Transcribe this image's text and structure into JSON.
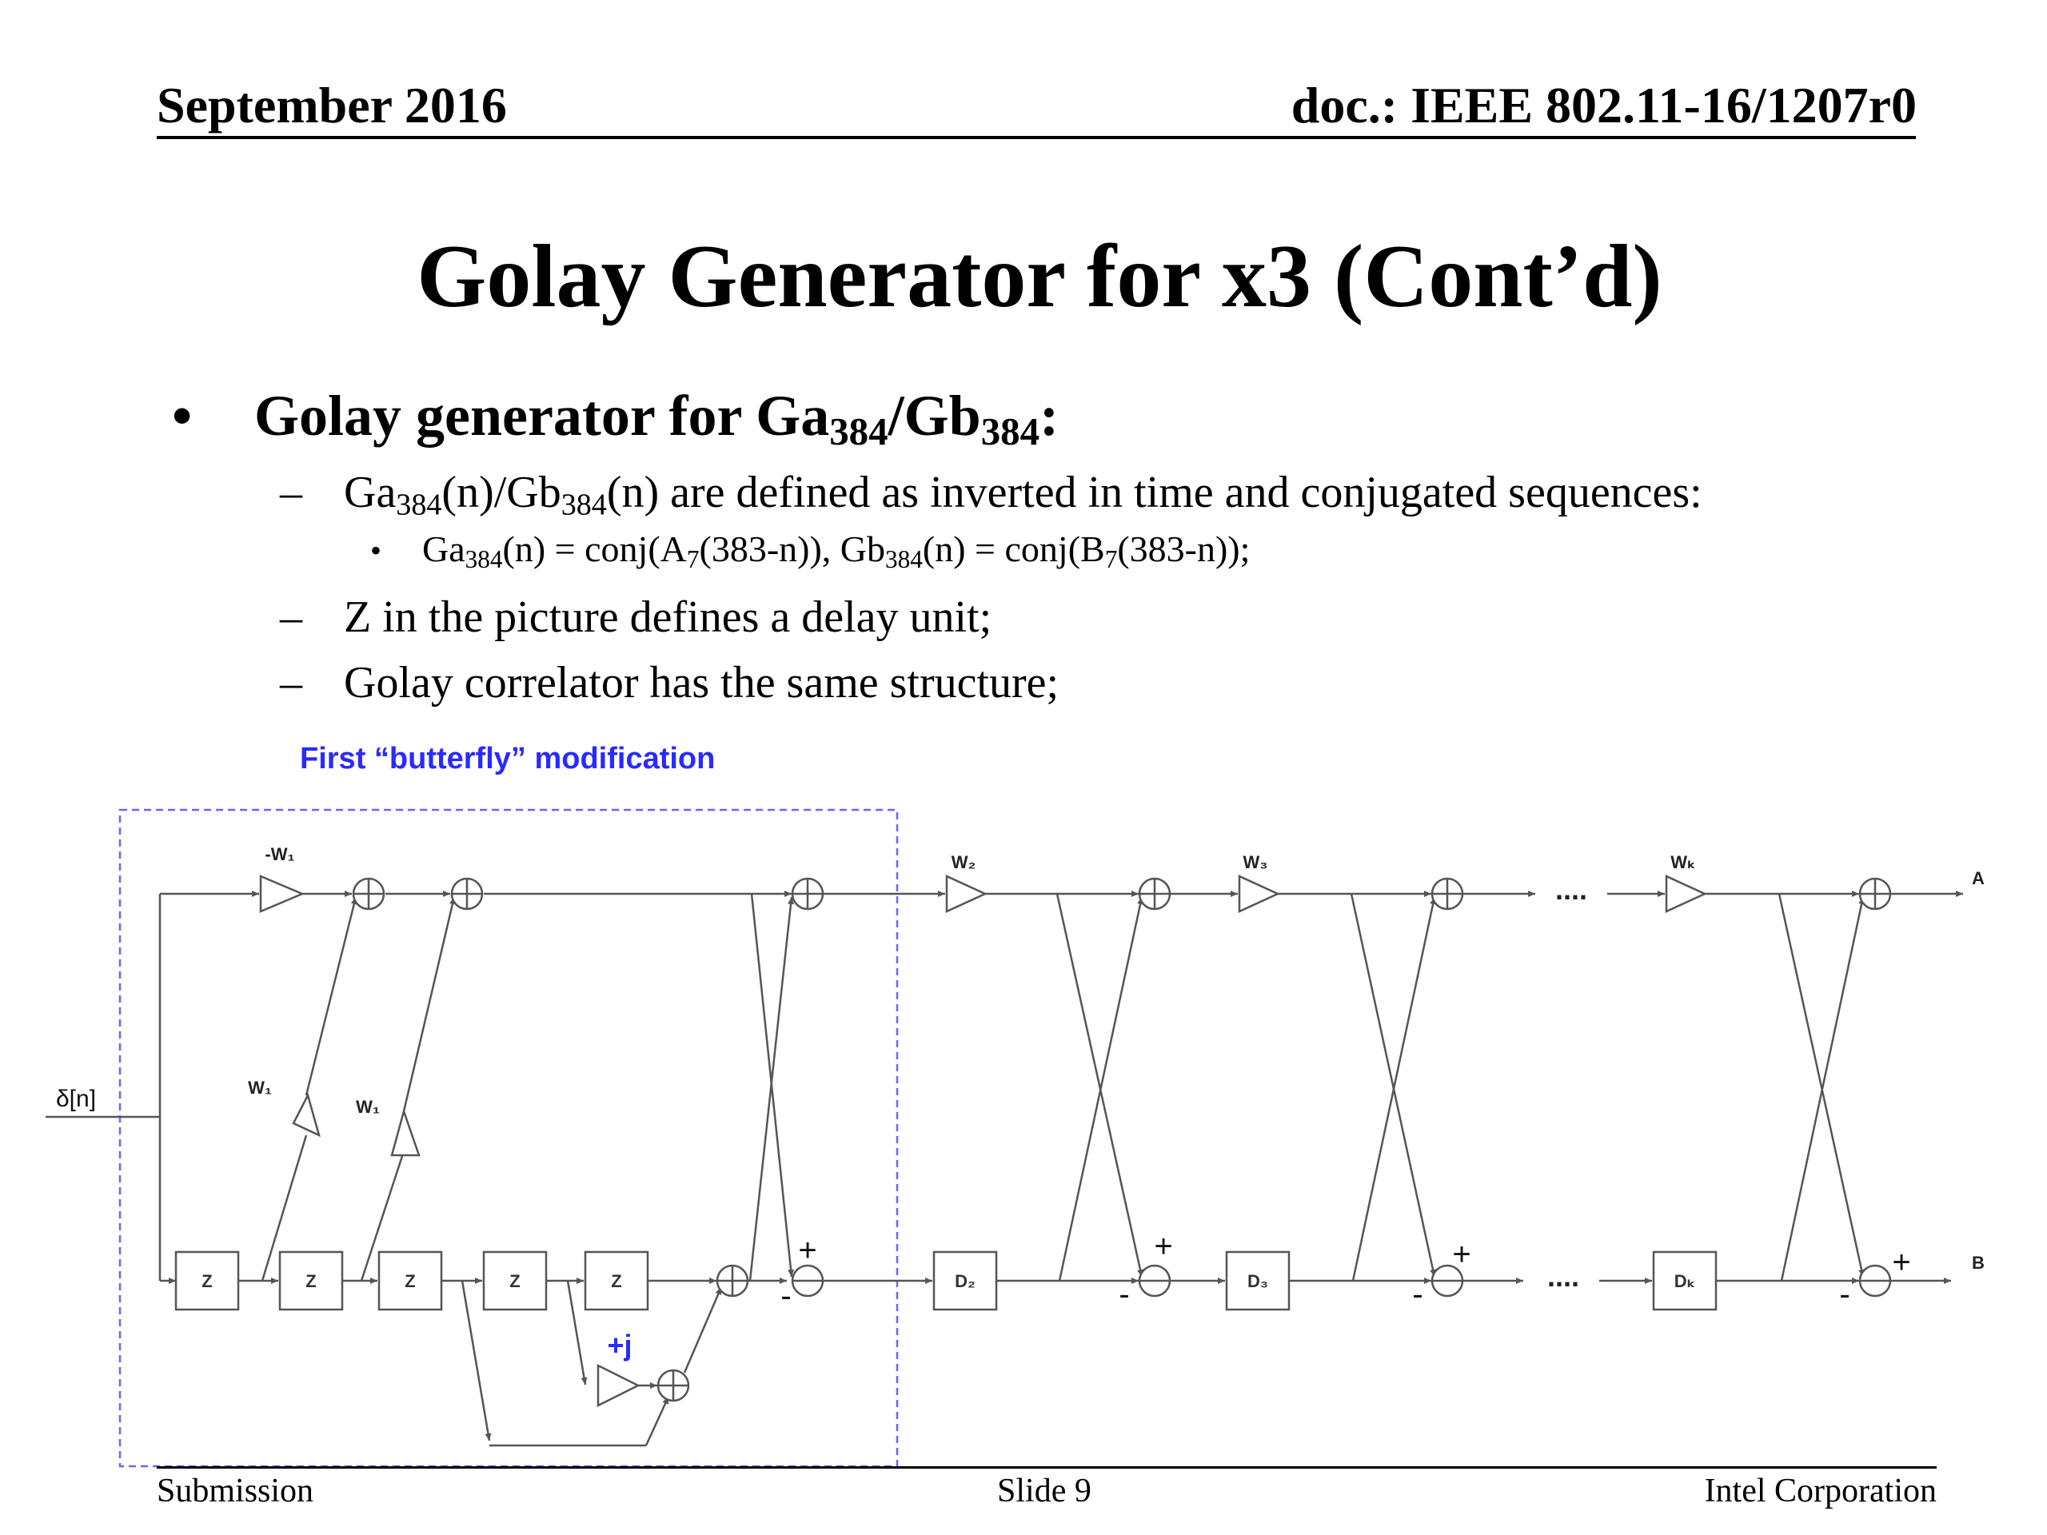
{
  "header": {
    "date": "September 2016",
    "doc": "doc.: IEEE 802.11-16/1207r0"
  },
  "title": "Golay Generator for x3 (Cont’d)",
  "bullets": {
    "b1": {
      "marker": "•",
      "t1": "Golay generator for Ga",
      "s1": "384",
      "t2": "/Gb",
      "s2": "384",
      "t3": ":"
    },
    "b2": {
      "marker": "–",
      "t1": "Ga",
      "s1": "384",
      "t2": "(n)/Gb",
      "s2": "384",
      "t3": "(n) are defined as inverted in time and conjugated sequences:"
    },
    "b3": {
      "marker": "•",
      "t1": "Ga",
      "s1": "384",
      "t2": "(n) = conj(A",
      "s2": "7",
      "t3": "(383-n)), Gb",
      "s3": "384",
      "t4": "(n) = conj(B",
      "s4": "7",
      "t5": "(383-n));"
    },
    "b4": {
      "marker": "–",
      "text": "Z in the picture defines a delay unit;"
    },
    "b5": {
      "marker": "–",
      "text": "Golay correlator has the same structure;"
    }
  },
  "diagram": {
    "annotation": "First “butterfly” modification",
    "input_label": "δ[n]",
    "output_a": "A",
    "output_b": "B",
    "gains": {
      "neg_w1": "-W₁",
      "w1": "W₁",
      "w2": "W₂",
      "w3": "W₃",
      "wk": "Wₖ",
      "plus_j": "+j"
    },
    "delays": {
      "z": "Z",
      "d2": "D₂",
      "d3": "D₃",
      "dk": "Dₖ"
    },
    "ellipsis": "....",
    "plus": "+",
    "minus": "-",
    "colors": {
      "annotation": "#2a2aff",
      "dashed_box": "#6666ff",
      "lines": "#555555"
    }
  },
  "footer": {
    "left": "Submission",
    "center": "Slide 9",
    "right": "Intel Corporation"
  }
}
